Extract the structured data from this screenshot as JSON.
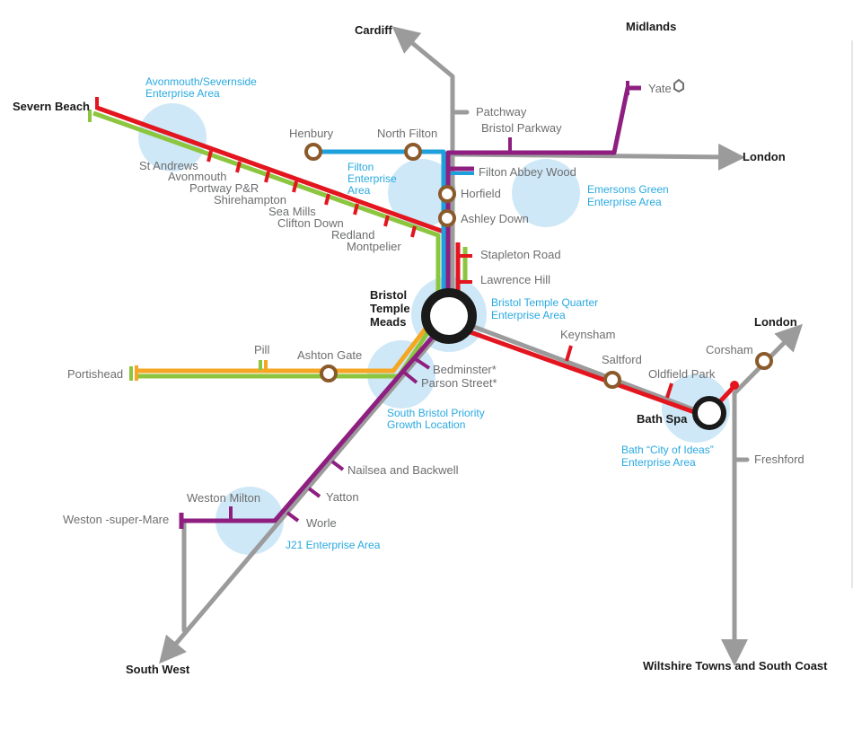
{
  "colors": {
    "grey": "#9b9b9b",
    "red": "#e3151f",
    "green": "#8cc63f",
    "blue": "#1da0db",
    "purple": "#8e1f80",
    "orange": "#f5a623",
    "brown": "#8b5a2b",
    "zone": "#cfe8f7",
    "zone_text": "#29a9e0",
    "hub": "#1a1a1a"
  },
  "destinations": {
    "cardiff": "Cardiff",
    "midlands": "Midlands",
    "severn_beach": "Severn Beach",
    "london_east": "London",
    "london_bath": "London",
    "south_west": "South West",
    "wiltshire": "Wiltshire Towns and South Coast"
  },
  "hubs": {
    "bristol_tm": [
      "Bristol",
      "Temple",
      "Meads"
    ],
    "bath_spa": "Bath Spa"
  },
  "stations": {
    "patchway": "Patchway",
    "bristol_parkway": "Bristol Parkway",
    "yate": "Yate",
    "henbury": "Henbury",
    "north_filton": "North Filton",
    "filton_abbey_wood": "Filton Abbey Wood",
    "horfield": "Horfield",
    "ashley_down": "Ashley Down",
    "stapleton_road": "Stapleton Road",
    "lawrence_hill": "Lawrence Hill",
    "st_andrews": "St Andrews",
    "avonmouth": "Avonmouth",
    "portway": "Portway P&R",
    "shirehampton": "Shirehampton",
    "sea_mills": "Sea Mills",
    "clifton_down": "Clifton Down",
    "redland": "Redland",
    "montpelier": "Montpelier",
    "portishead": "Portishead",
    "pill": "Pill",
    "ashton_gate": "Ashton Gate",
    "bedminster": "Bedminster*",
    "parson_street": "Parson Street*",
    "nailsea": "Nailsea and Backwell",
    "yatton": "Yatton",
    "worle": "Worle",
    "weston_milton": "Weston Milton",
    "weston_super_mare": "Weston -super-Mare",
    "keynsham": "Keynsham",
    "saltford": "Saltford",
    "oldfield_park": "Oldfield Park",
    "corsham": "Corsham",
    "freshford": "Freshford"
  },
  "zones": {
    "avonmouth": [
      "Avonmouth/Severnside",
      "Enterprise Area"
    ],
    "filton": [
      "Filton",
      "Enterprise",
      "Area"
    ],
    "emersons": [
      "Emersons Green",
      "Enterprise Area"
    ],
    "temple_quarter": [
      "Bristol Temple Quarter",
      "Enterprise Area"
    ],
    "south_bristol": [
      "South Bristol Priority",
      "Growth Location"
    ],
    "bath": [
      "Bath “City of Ideas”",
      "Enterprise Area"
    ],
    "j21": "J21 Enterprise Area"
  }
}
